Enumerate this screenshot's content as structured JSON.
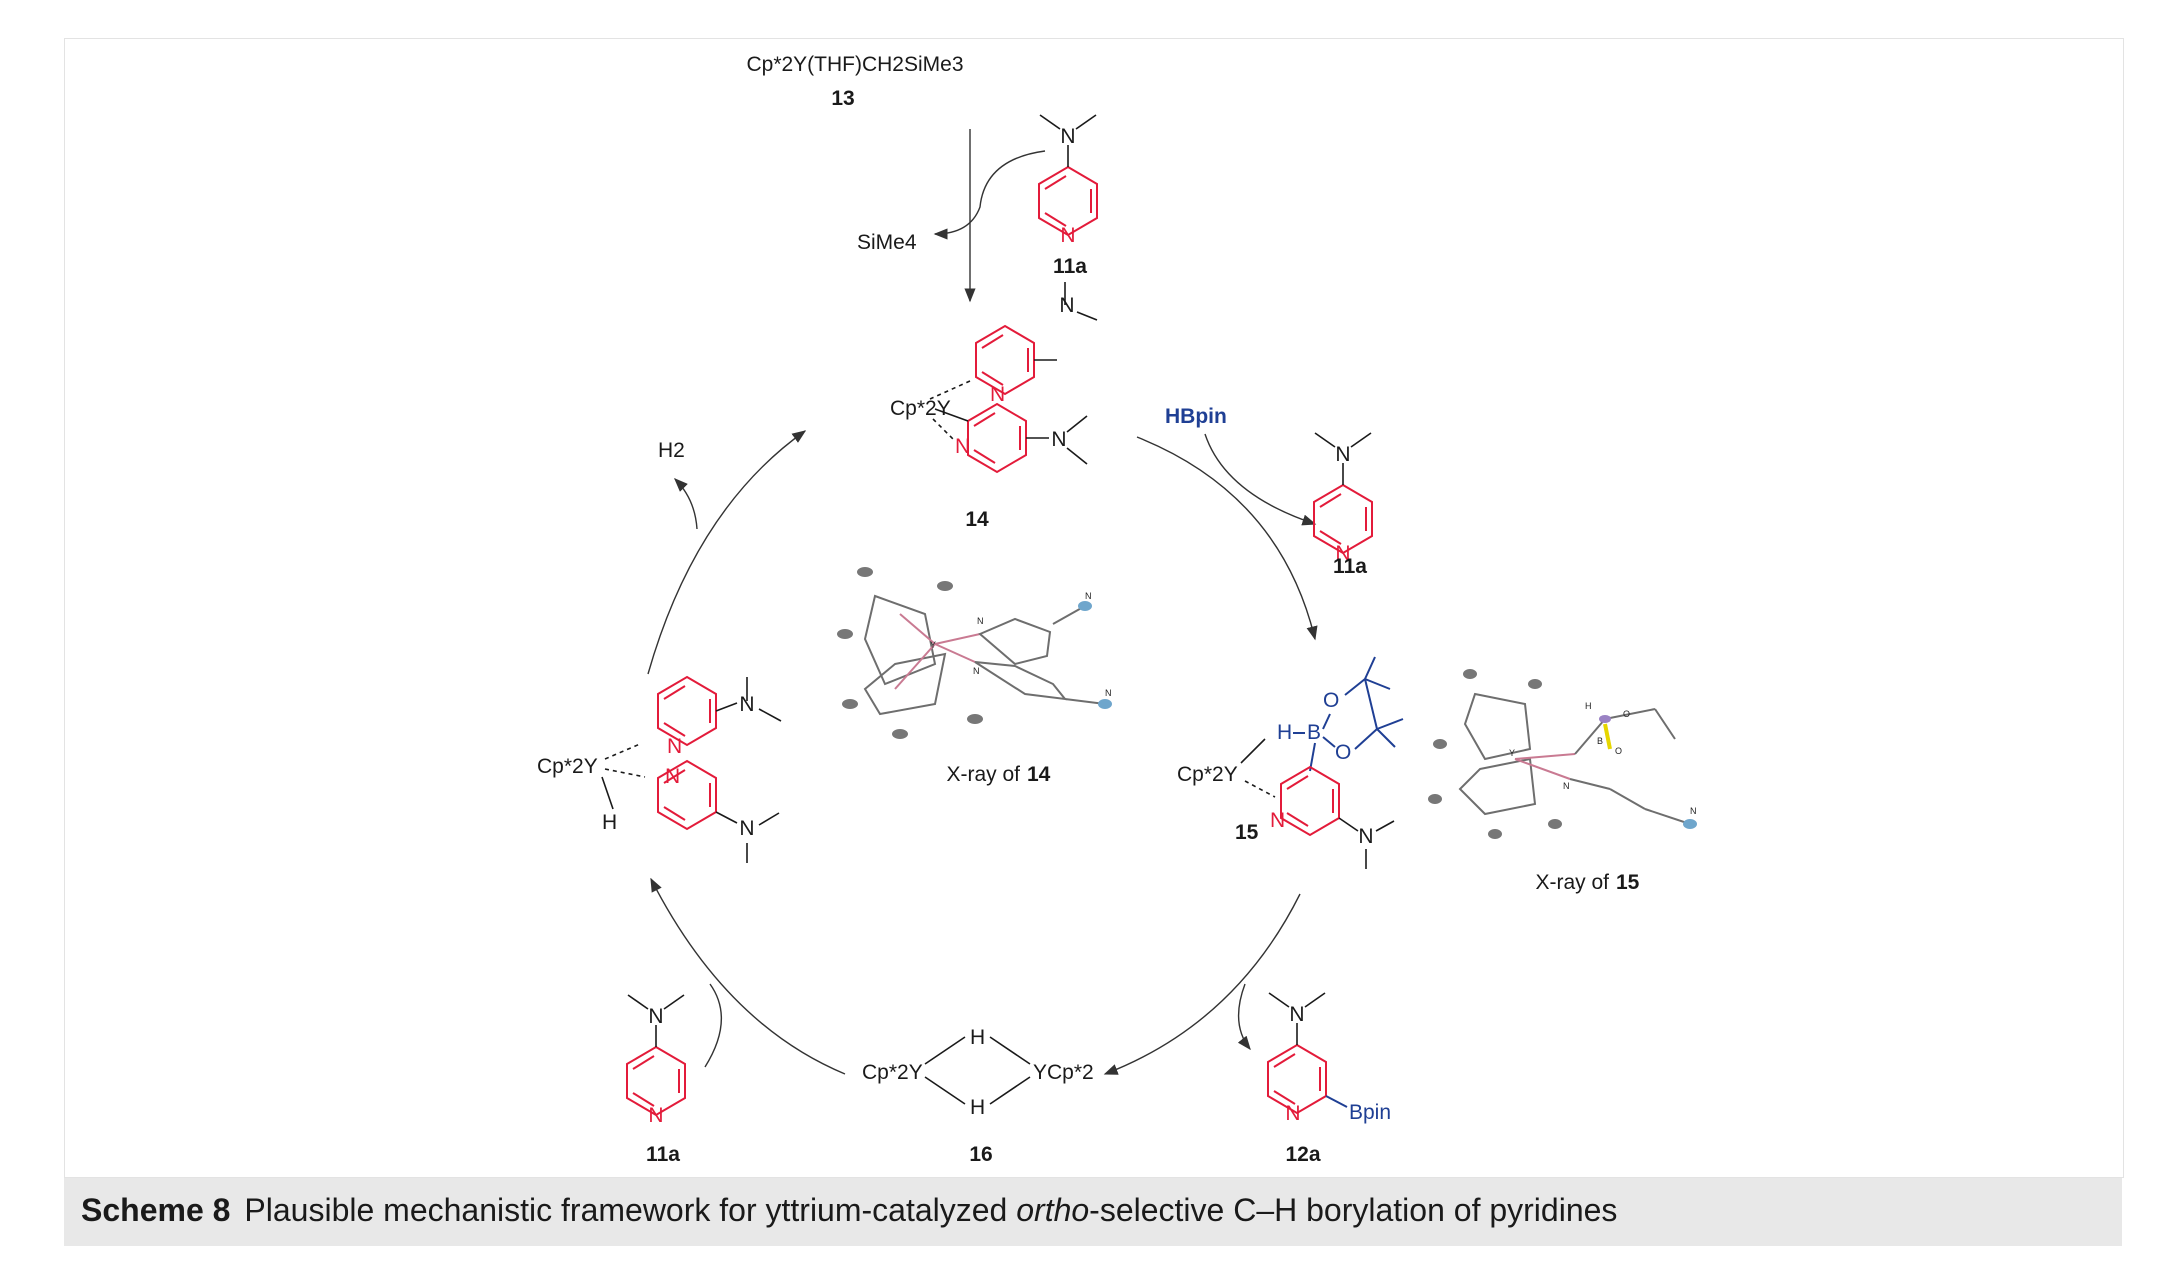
{
  "precursor": {
    "formula": "Cp*2Y(THF)CH2SiMe3",
    "number": "13"
  },
  "byproduct_SiMe4": "SiMe4",
  "byproduct_H2": "H2",
  "substrate": {
    "number": "11a",
    "amine": "N",
    "ring_N": "N"
  },
  "complex14": {
    "metal": "Cp*2Y",
    "number": "14"
  },
  "xray14": {
    "prefix": "X-ray of",
    "number": "14"
  },
  "reagent": "HBpin",
  "complex15": {
    "metal": "Cp*2Y",
    "number": "15",
    "H": "H",
    "B": "B",
    "O": "O"
  },
  "xray15": {
    "prefix": "X-ray of",
    "number": "15"
  },
  "hydride_left": {
    "metal": "Cp*2Y",
    "H": "H"
  },
  "complex16": {
    "left": "Cp*2Y",
    "right": "YCp*2",
    "H": "H",
    "number": "16"
  },
  "product": {
    "number": "12a",
    "group": "Bpin"
  },
  "ortep_labels": {
    "Y": "Y",
    "N": "N",
    "B": "B",
    "O": "O",
    "H": "H"
  },
  "caption": {
    "label": "Scheme 8",
    "text_before": "Plausible mechanistic framework for yttrium-catalyzed ",
    "text_italic": "ortho",
    "text_after": "-selective C–H borylation of pyridines"
  },
  "colors": {
    "ring": "#e31b3a",
    "boron": "#1f3f94",
    "caption_bg": "#e8e8e8"
  }
}
